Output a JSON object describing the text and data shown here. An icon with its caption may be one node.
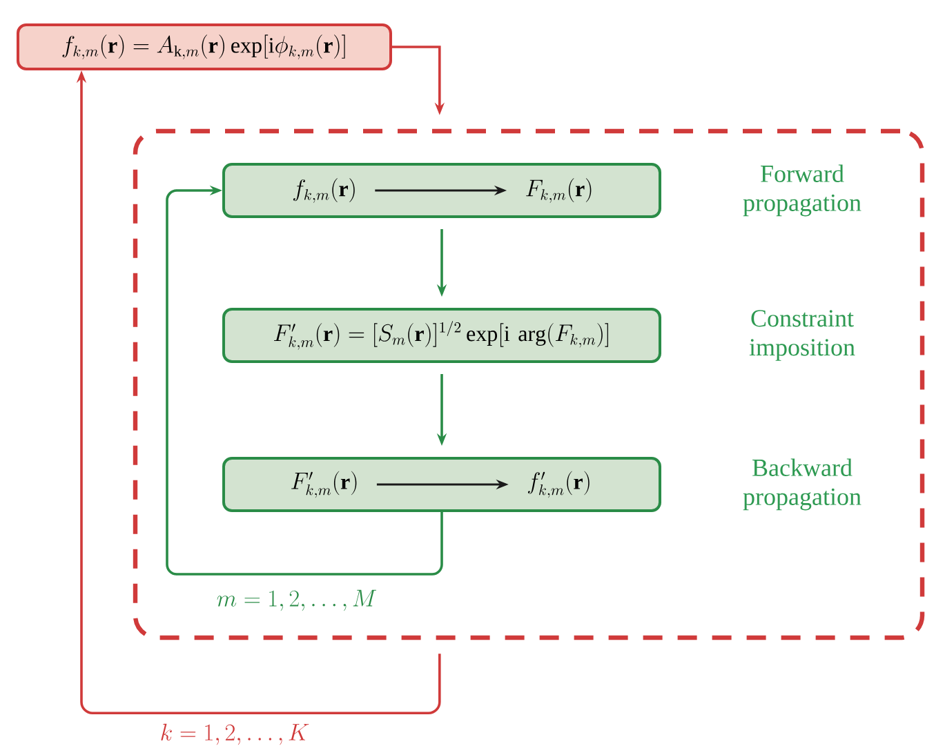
{
  "diagram": {
    "nodes": [
      {
        "text": [
          "f_{k,m}(\\mathbf{r}) = A_{\\mathrm{k},m}(\\mathbf{r})\\exp[\\mathrm{i}\\phi_{k,m}(\\mathbf{r})]"
        ]
      },
      {
        "text": [],
        "shape": "box"
      },
      {
        "text": [],
        "shape": "box",
        "in": 1,
        "beside": [
          "Forward propagation"
        ]
      },
      {
        "text": [
          "f_{k,m}(\\mathbf{r})"
        ],
        "in": 2
      },
      {
        "text": [
          "F_{k,m}(\\mathbf{r})"
        ],
        "in": 2
      },
      {
        "text": [
          "F'_{k,m}(\\mathbf{r}) = [S_m(\\mathbf{r})]^{1/2}\\exp[\\mathrm{i}\\,\\arg(F_{k,m})]"
        ],
        "in": 1,
        "beside": [
          "Constraint imposition"
        ]
      },
      {
        "text": [],
        "shape": "box",
        "in": 1,
        "beside": [
          "Backward propagation"
        ]
      },
      {
        "text": [
          "F'_{k,m}(\\mathbf{r})"
        ],
        "in": 6
      },
      {
        "text": [
          "f'_{k,m}(\\mathbf{r})"
        ],
        "in": 6
      }
    ],
    "edges": [
      {
        "from": 0,
        "to": 1,
        "arrow": "to",
        "color": "#d03a3a"
      },
      {
        "from": 3,
        "to": 4,
        "arrow": "to",
        "color": "#1a1a1a"
      },
      {
        "from": 2,
        "to": 5,
        "arrow": "to",
        "color": "#2a8c47"
      },
      {
        "from": 5,
        "to": 6,
        "arrow": "to",
        "color": "#2a8c47"
      },
      {
        "from": 7,
        "to": 8,
        "arrow": "to",
        "color": "#1a1a1a"
      },
      {
        "from": 6,
        "to": 2,
        "arrow": "to",
        "color": "#2a8c47",
        "label": "m = 1, 2, \\ldots, M"
      },
      {
        "from": 1,
        "to": 0,
        "arrow": "to",
        "color": "#d03a3a",
        "label": "k = 1, 2, \\ldots, K"
      }
    ]
  }
}
